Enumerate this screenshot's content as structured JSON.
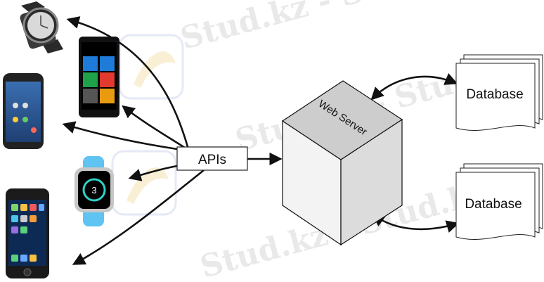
{
  "apis_label": "APIs",
  "server_label": "Web Server",
  "databases": [
    {
      "label": "Database"
    },
    {
      "label": "Database"
    }
  ],
  "watch_face_number": "3",
  "watermark": "Stud.kz - Stud.kz",
  "colors": {
    "arrow": "#111111",
    "cube_front": "#f2f2f2",
    "cube_top": "#cdcdcd",
    "cube_side": "#dddddd",
    "watch_band": "#5fc4f2",
    "winphone_tiles": [
      "#1e7bd8",
      "#e13a2e",
      "#1ea24a",
      "#e89a10"
    ]
  },
  "icons": [
    "smartwatch-icon",
    "windows-phone-icon",
    "android-phone-icon",
    "apple-watch-icon",
    "iphone-icon",
    "database-icon",
    "server-cube-icon"
  ]
}
